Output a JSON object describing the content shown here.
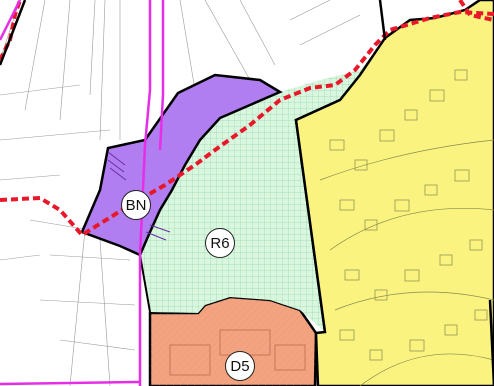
{
  "zones": {
    "bn": {
      "label": "BN",
      "color": "#b07ef0"
    },
    "r6": {
      "label": "R6",
      "color": "#d9f7de"
    },
    "d5": {
      "label": "D5",
      "color": "#f3a37f"
    },
    "residential": {
      "color": "#faf380"
    }
  },
  "colors": {
    "boundary_dashed": "#e8182a",
    "road_magenta": "#e62ee6",
    "zone_outline": "#000000",
    "parcel_lines": "#9a9a9a"
  }
}
